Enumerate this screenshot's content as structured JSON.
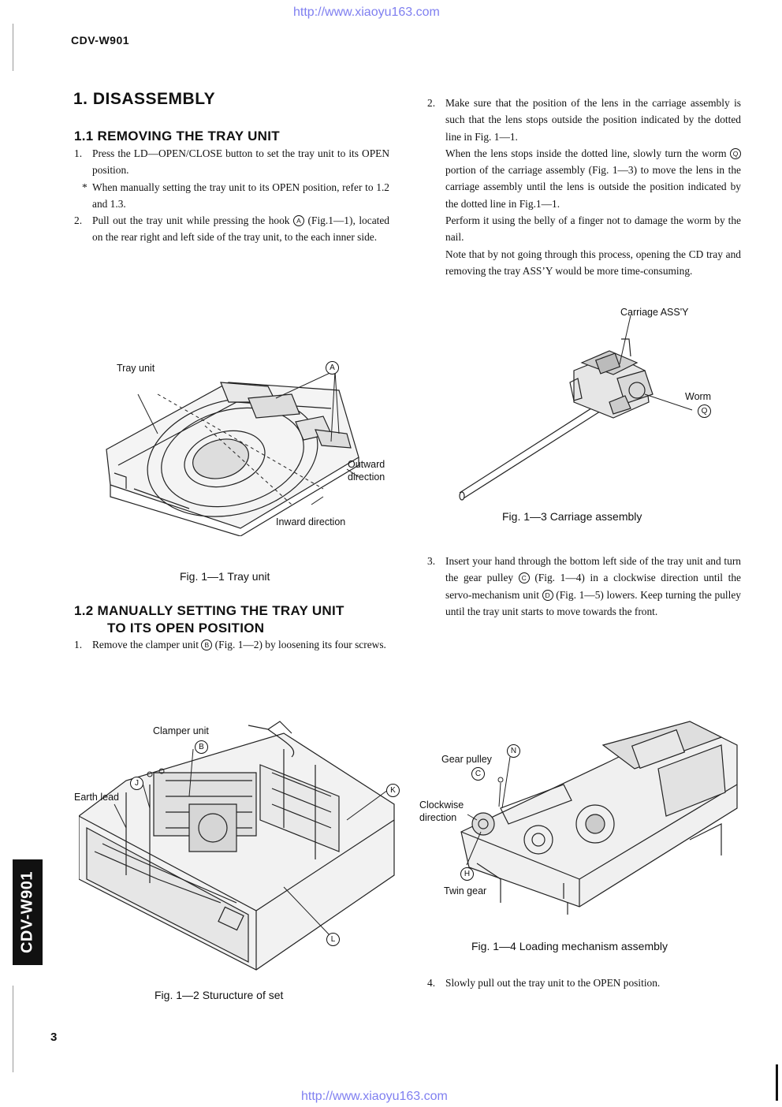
{
  "header": {
    "url_top": "http://www.xiaoyu163.com",
    "model": "CDV-W901"
  },
  "section1": {
    "title": "1. DISASSEMBLY"
  },
  "section1_1": {
    "title": "1.1 REMOVING THE TRAY UNIT",
    "steps": [
      {
        "num": "1.",
        "text": "Press the LD—OPEN/CLOSE button to set the tray unit to its OPEN position."
      },
      {
        "num": "*",
        "text": "When manually setting the tray unit to its OPEN position, refer to 1.2 and 1.3."
      },
      {
        "num": "2.",
        "text_before": "Pull out the tray unit while pressing the hook ",
        "ref": "A",
        "text_after": " (Fig.1—1), located on the rear right and left side of the  tray unit, to the each inner side."
      }
    ]
  },
  "fig1_1": {
    "caption": "Fig. 1—1  Tray unit",
    "labels": {
      "tray_unit": "Tray unit",
      "hook": "A",
      "outward_1": "Outward",
      "outward_2": "direction",
      "inward": "Inward direction"
    }
  },
  "section1_2": {
    "title_line1": "1.2  MANUALLY SETTING THE TRAY UNIT",
    "title_line2": "TO ITS OPEN POSITION",
    "steps": [
      {
        "num": "1.",
        "text_before": "Remove the clamper unit ",
        "ref": "B",
        "text_after": " (Fig. 1—2) by loosening its four screws."
      }
    ]
  },
  "fig1_2": {
    "caption": "Fig. 1—2  Sturucture of set",
    "labels": {
      "clamper_unit": "Clamper unit",
      "b": "B",
      "earth_lead": "Earth lead",
      "j": "J",
      "k": "K",
      "l": "L"
    }
  },
  "right_col": {
    "step2": {
      "num": "2.",
      "p1": "Make sure that the position of the lens in the carriage assembly is such that the lens stops outside the position indicated by the dotted line in Fig. 1—1.",
      "p2_before": "When the lens stops inside the dotted line, slowly turn the worm ",
      "p2_ref": "Q",
      "p2_after": " portion of the carriage assembly (Fig. 1—3) to move the lens in the carriage assembly until the lens is outside the position indicated by the dotted line in Fig.1—1.",
      "p3": "Perform it using the belly of a finger not to damage the worm by the nail.",
      "p4": "Note that by not going through this process, opening the CD tray and removing the tray ASS’Y would be more time-consuming."
    },
    "step3": {
      "num": "3.",
      "t1": "Insert your hand through the bottom left side of the tray unit and turn the gear pulley ",
      "ref1": "C",
      "t2": " (Fig. 1—4) in a clockwise direction until the servo-mechanism unit ",
      "ref2": "D",
      "t3": " (Fig. 1—5) lowers. Keep turning the pulley until the tray unit starts to move towards the front."
    },
    "step4": {
      "num": "4.",
      "text": "Slowly pull out the tray unit to the OPEN position."
    }
  },
  "fig1_3": {
    "caption": "Fig. 1—3  Carriage assembly",
    "labels": {
      "carriage": "Carriage ASS'Y",
      "worm": "Worm",
      "q": "Q"
    }
  },
  "fig1_4": {
    "caption": "Fig. 1—4  Loading mechanism assembly",
    "labels": {
      "gear_pulley": "Gear pulley",
      "n": "N",
      "c": "C",
      "clockwise_1": "Clockwise",
      "clockwise_2": "direction",
      "h": "H",
      "twin_gear": "Twin gear"
    }
  },
  "side_tab": "CDV-W901",
  "footer": {
    "page_number": "3",
    "url_bottom": "http://www.xiaoyu163.com"
  }
}
